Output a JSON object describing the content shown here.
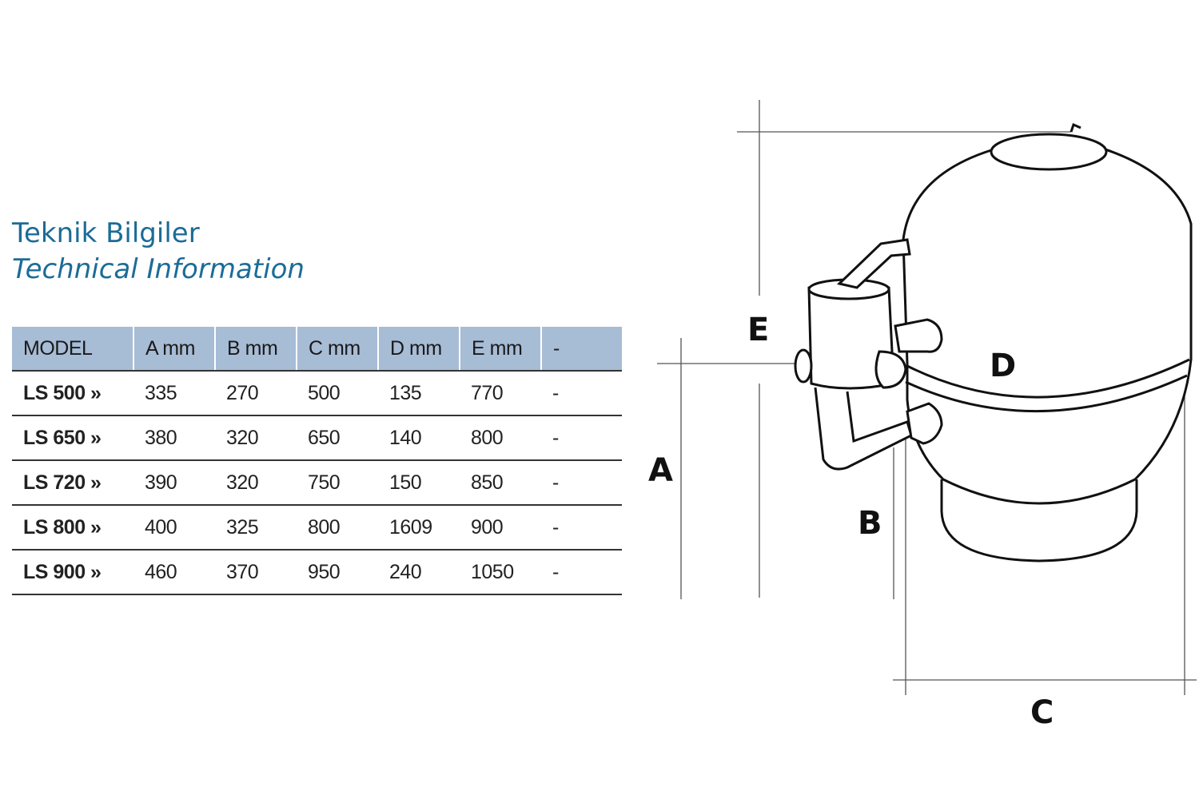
{
  "title_tr": "Teknik Bilgiler",
  "title_en": "Technical Information",
  "table": {
    "headers": [
      "MODEL",
      "A mm",
      "B mm",
      "C mm",
      "D mm",
      "E mm",
      "-"
    ],
    "rows": [
      [
        "LS 500 »",
        "335",
        "270",
        "500",
        "135",
        "770",
        "-"
      ],
      [
        "LS 650 »",
        "380",
        "320",
        "650",
        "140",
        "800",
        "-"
      ],
      [
        "LS 720 »",
        "390",
        "320",
        "750",
        "150",
        "850",
        "-"
      ],
      [
        "LS 800 »",
        "400",
        "325",
        "800",
        "1609",
        "900",
        "-"
      ],
      [
        "LS 900 »",
        "460",
        "370",
        "950",
        "240",
        "1050",
        "-"
      ]
    ]
  },
  "diagram": {
    "labels": {
      "a": "A",
      "b": "B",
      "c": "C",
      "d": "D",
      "e": "E"
    }
  },
  "colors": {
    "title": "#1b6c97",
    "header_bg": "#a7bcd5"
  }
}
